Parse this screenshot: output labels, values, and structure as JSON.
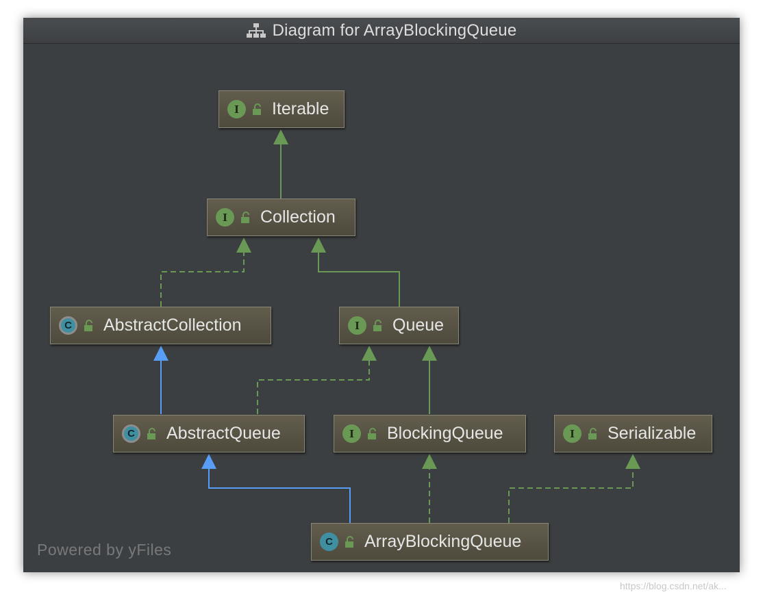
{
  "window": {
    "title": "Diagram for ArrayBlockingQueue",
    "title_icon": "hierarchy-icon"
  },
  "nodes": [
    {
      "id": "iterable",
      "label": "Iterable",
      "kind": "interface",
      "badge": "I"
    },
    {
      "id": "collection",
      "label": "Collection",
      "kind": "interface",
      "badge": "I"
    },
    {
      "id": "abstract-collection",
      "label": "AbstractCollection",
      "kind": "abstract-class",
      "badge": "C"
    },
    {
      "id": "queue",
      "label": "Queue",
      "kind": "interface",
      "badge": "I"
    },
    {
      "id": "abstract-queue",
      "label": "AbstractQueue",
      "kind": "abstract-class",
      "badge": "C"
    },
    {
      "id": "blocking-queue",
      "label": "BlockingQueue",
      "kind": "interface",
      "badge": "I"
    },
    {
      "id": "serializable",
      "label": "Serializable",
      "kind": "interface",
      "badge": "I"
    },
    {
      "id": "array-blocking-queue",
      "label": "ArrayBlockingQueue",
      "kind": "class",
      "badge": "C"
    }
  ],
  "edges": [
    {
      "from": "collection",
      "to": "iterable",
      "type": "extends-interface"
    },
    {
      "from": "abstract-collection",
      "to": "collection",
      "type": "implements"
    },
    {
      "from": "queue",
      "to": "collection",
      "type": "extends-interface"
    },
    {
      "from": "abstract-queue",
      "to": "abstract-collection",
      "type": "extends-class"
    },
    {
      "from": "abstract-queue",
      "to": "queue",
      "type": "implements"
    },
    {
      "from": "blocking-queue",
      "to": "queue",
      "type": "extends-interface"
    },
    {
      "from": "array-blocking-queue",
      "to": "abstract-queue",
      "type": "extends-class"
    },
    {
      "from": "array-blocking-queue",
      "to": "blocking-queue",
      "type": "implements"
    },
    {
      "from": "array-blocking-queue",
      "to": "serializable",
      "type": "implements"
    }
  ],
  "colors": {
    "background": "#3c3f41",
    "interface_edge": "#6a9955",
    "class_edge": "#589df6",
    "node_fill": "#5a5645"
  },
  "footer": {
    "powered_by": "Powered by yFiles"
  },
  "watermark": "https://blog.csdn.net/ak..."
}
